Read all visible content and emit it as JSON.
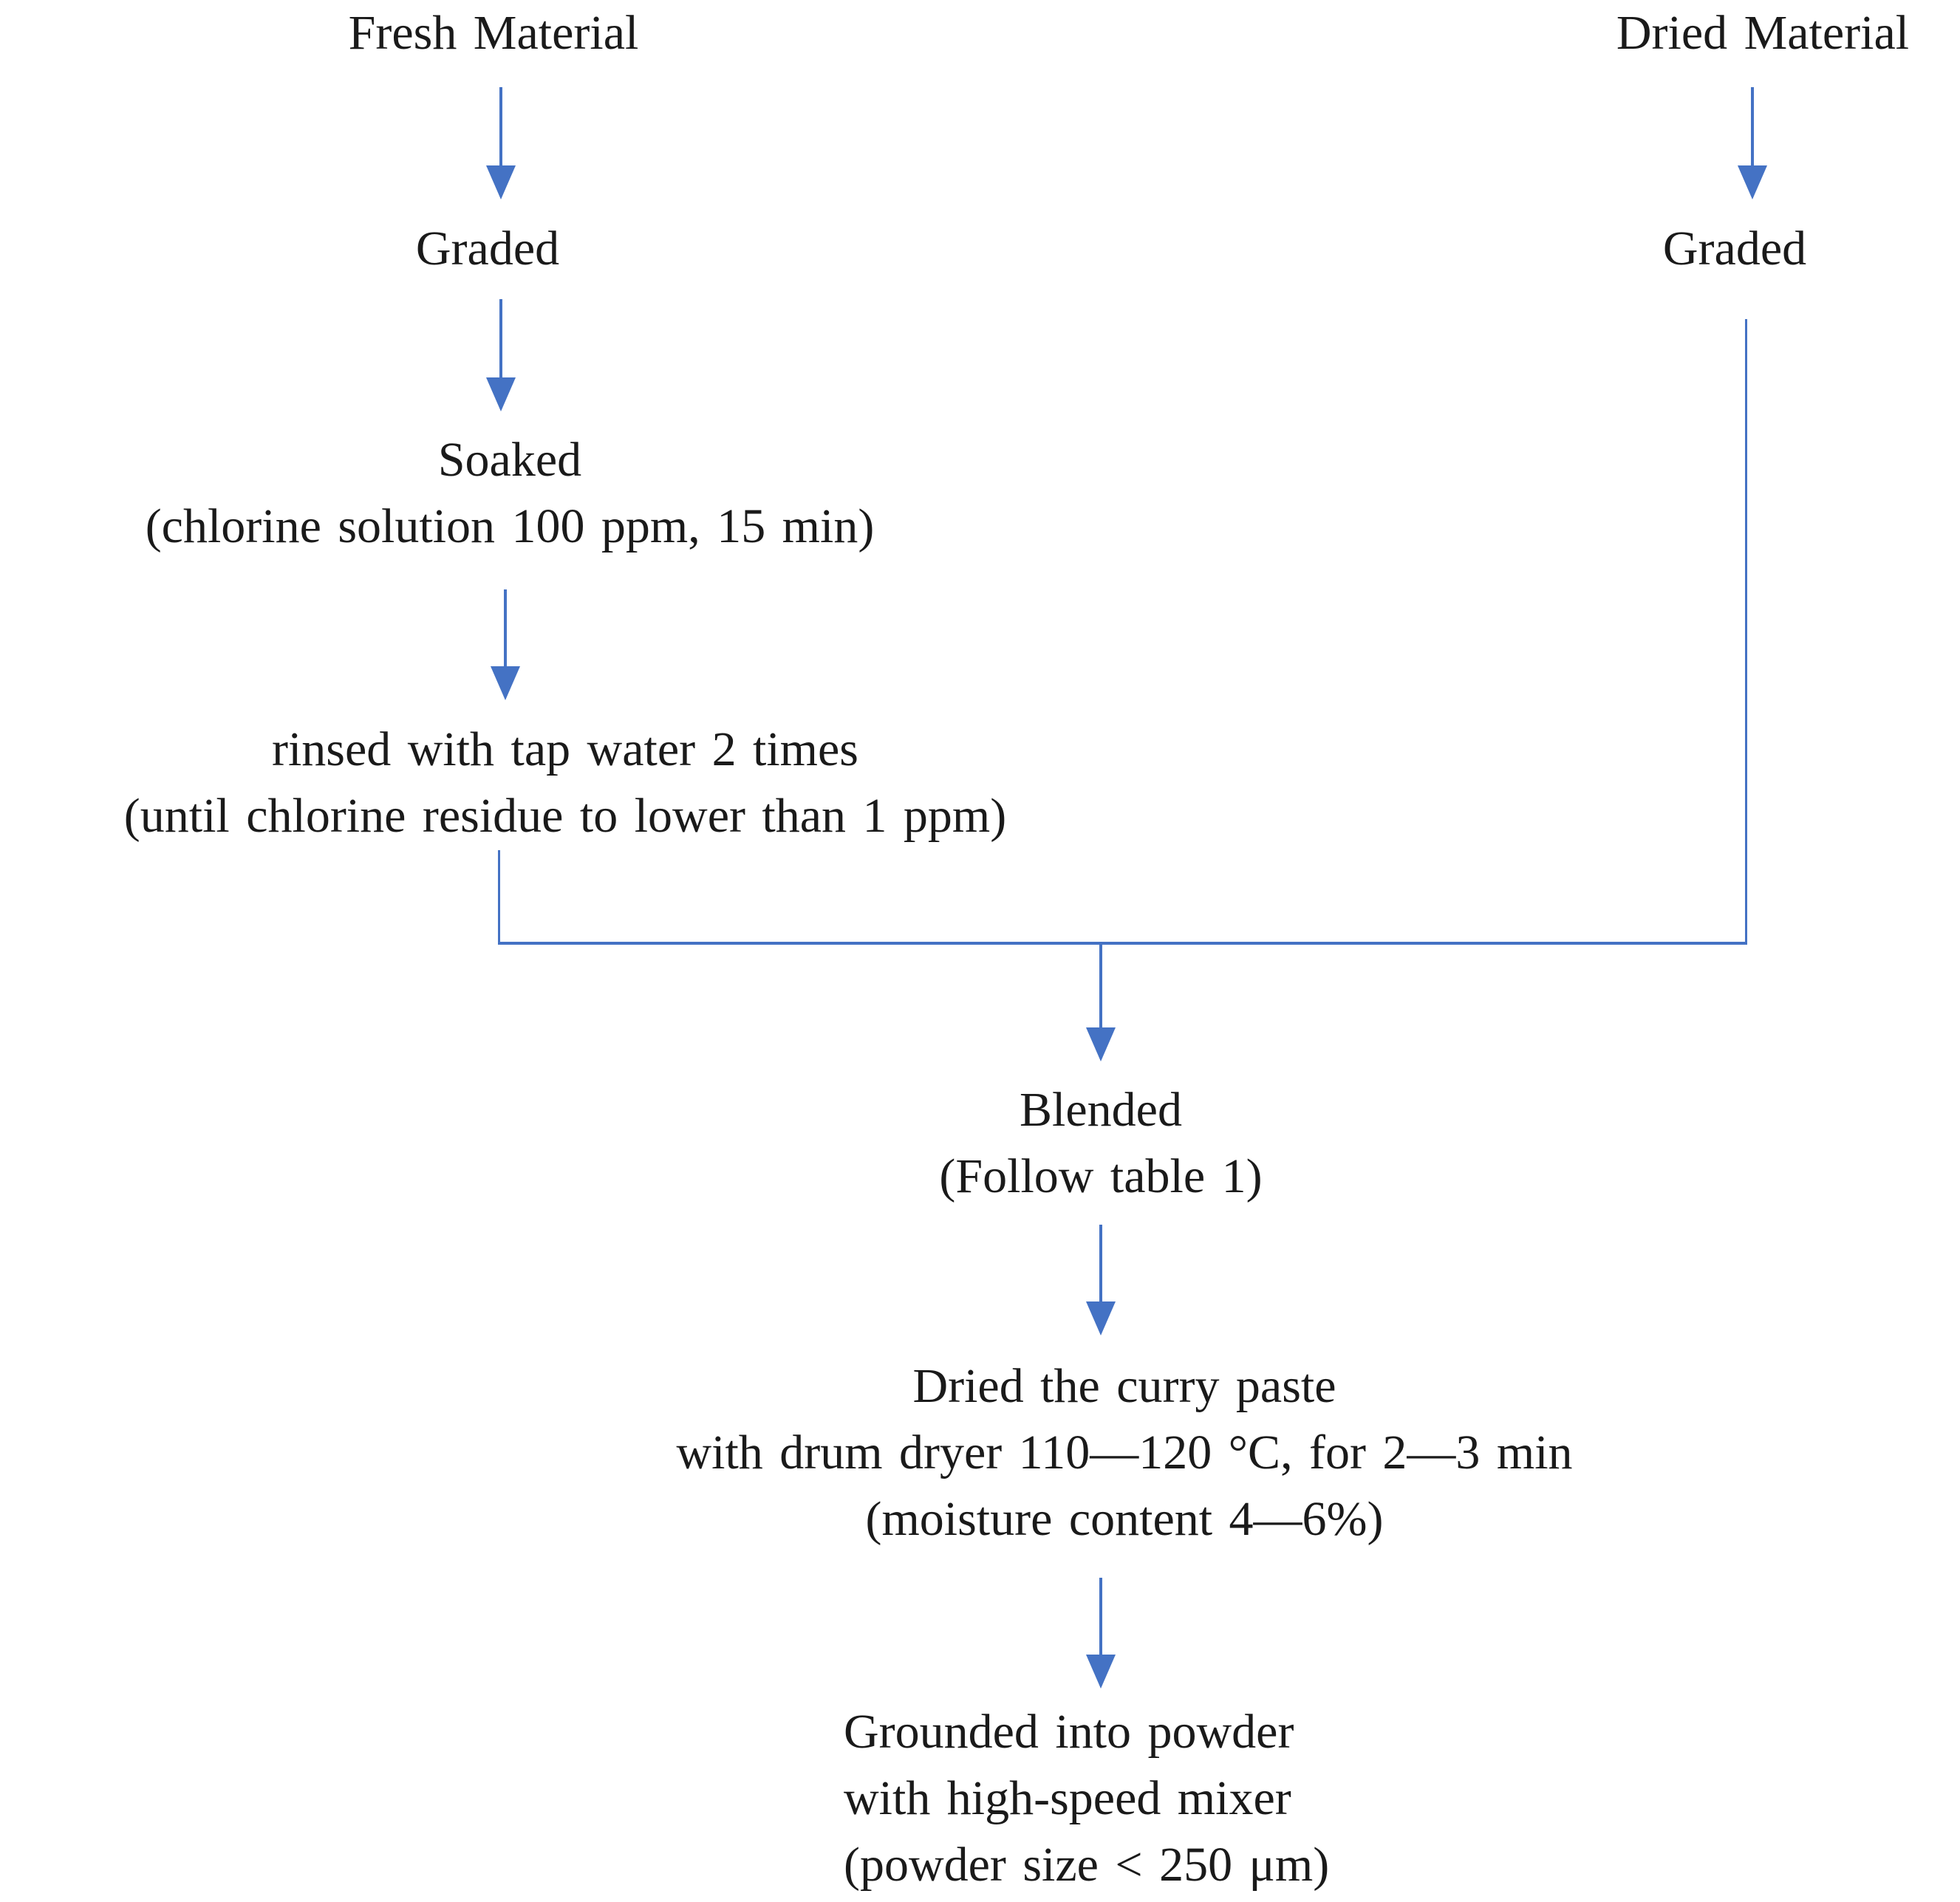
{
  "figure": {
    "type": "flowchart",
    "background": "#ffffff"
  },
  "colors": {
    "connector": "#4472C4",
    "text": "#1a1a1a"
  },
  "diagram": {
    "left_branch": {
      "source": "Fresh Material",
      "steps": [
        {
          "label": "Graded"
        },
        {
          "label": "Soaked",
          "detail": "(chlorine solution 100 ppm, 15 min)"
        },
        {
          "label": "rinsed with tap water 2 times",
          "detail": "(until chlorine residue to lower than 1 ppm)"
        }
      ]
    },
    "right_branch": {
      "source": "Dried Material",
      "steps": [
        {
          "label": "Graded"
        }
      ]
    },
    "merged_steps": [
      {
        "label": "Blended",
        "detail": "(Follow table 1)"
      },
      {
        "lines": [
          "Dried the curry paste",
          "with drum dryer 110—120 °C, for 2—3 min",
          "(moisture content 4—6%)"
        ]
      },
      {
        "lines": [
          "Grounded into powder",
          "with high-speed mixer",
          "(powder size < 250 μm)"
        ]
      }
    ],
    "edges": [
      "Fresh Material -> Graded",
      "Graded (fresh) -> Soaked",
      "Soaked -> rinsed with tap water 2 times",
      "Dried Material -> Graded",
      "rinsed with tap water 2 times + Graded (dried) -> Blended",
      "Blended -> Dried the curry paste",
      "Dried the curry paste -> Grounded into powder"
    ]
  }
}
